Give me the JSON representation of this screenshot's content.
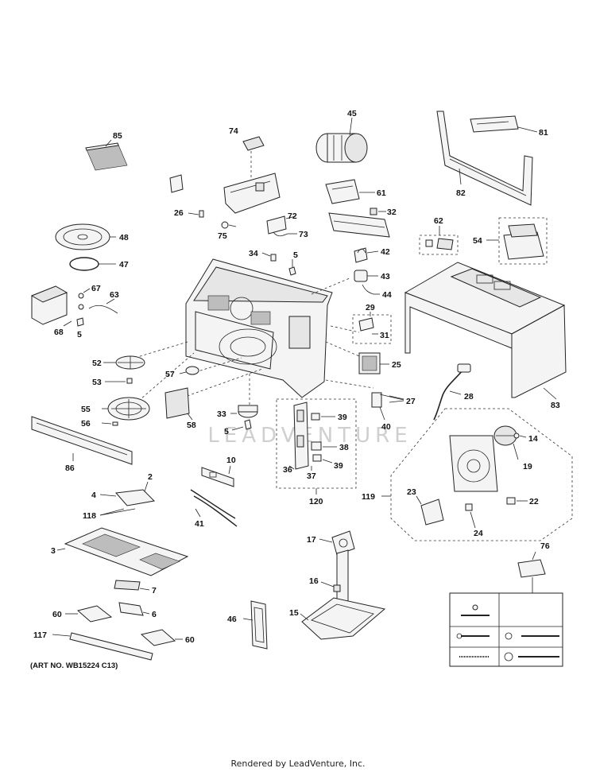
{
  "labels": {
    "p85": "85",
    "p74": "74",
    "p45": "45",
    "p81": "81",
    "p82": "82",
    "p61": "61",
    "p26": "26",
    "p72": "72",
    "p32": "32",
    "p75": "75",
    "p73": "73",
    "p48": "48",
    "p47": "47",
    "p62": "62",
    "p54": "54",
    "p34": "34",
    "p5a": "5",
    "p42": "42",
    "p43": "43",
    "p44": "44",
    "p67": "67",
    "p63": "63",
    "p68": "68",
    "p5b": "5",
    "p29": "29",
    "p31": "31",
    "p25": "25",
    "p83": "83",
    "p52": "52",
    "p57": "57",
    "p53": "53",
    "p28": "28",
    "p27": "27",
    "p55": "55",
    "p56": "56",
    "p58": "58",
    "p33": "33",
    "p5c": "5",
    "p39a": "39",
    "p38": "38",
    "p39b": "39",
    "p36": "36",
    "p37": "37",
    "p120": "120",
    "p40": "40",
    "p14": "14",
    "p19": "19",
    "p86": "86",
    "p10": "10",
    "p2": "2",
    "p4": "4",
    "p118": "118",
    "p41": "41",
    "p119": "119",
    "p23": "23",
    "p22": "22",
    "p24": "24",
    "p3": "3",
    "p17": "17",
    "p76": "76",
    "p16": "16",
    "p7": "7",
    "p60a": "60",
    "p6": "6",
    "p46": "46",
    "p15": "15",
    "p117": "117",
    "p60b": "60"
  },
  "art_number": "(ART NO. WB15224 C13)",
  "watermark": "LEADVENTURE",
  "footer": "Rendered by LeadVenture, Inc."
}
